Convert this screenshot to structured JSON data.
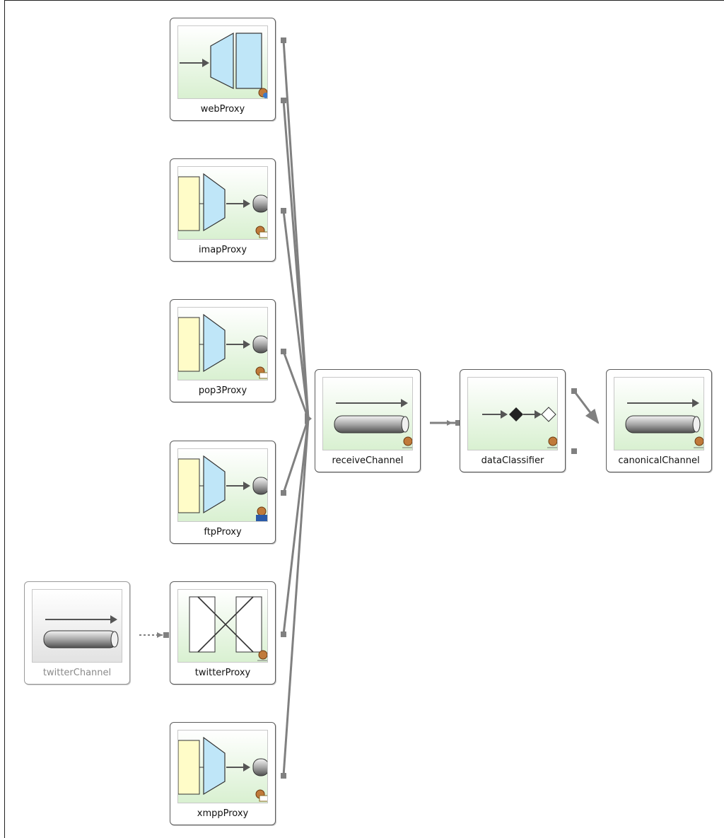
{
  "nodes": {
    "webProxy": {
      "label": "webProxy",
      "icon": "http-gateway-icon",
      "badge": "web-badge-icon"
    },
    "imapProxy": {
      "label": "imapProxy",
      "icon": "mail-adapter-icon",
      "badge": "mail-badge-icon"
    },
    "pop3Proxy": {
      "label": "pop3Proxy",
      "icon": "mail-adapter-icon",
      "badge": "mail-badge-icon"
    },
    "ftpProxy": {
      "label": "ftpProxy",
      "icon": "file-adapter-icon",
      "badge": "ftp-badge-icon"
    },
    "twitterProxy": {
      "label": "twitterProxy",
      "icon": "bridge-icon",
      "badge": "bean-badge-icon"
    },
    "xmppProxy": {
      "label": "xmppProxy",
      "icon": "mail-adapter-icon",
      "badge": "mail-badge-icon"
    },
    "twitterChannel": {
      "label": "twitterChannel",
      "icon": "channel-icon",
      "state": "disabled"
    },
    "receiveChannel": {
      "label": "receiveChannel",
      "icon": "channel-icon",
      "badge": "bean-badge-icon"
    },
    "dataClassifier": {
      "label": "dataClassifier",
      "icon": "router-icon",
      "badge": "bean-badge-icon"
    },
    "canonicalChannel": {
      "label": "canonicalChannel",
      "icon": "channel-icon",
      "badge": "bean-badge-icon"
    }
  },
  "colors": {
    "panel_green_top": "#ffffff",
    "panel_green_bottom": "#d8f0d0",
    "panel_gray_bottom": "#e2e2e2",
    "endpoint_blue": "#bfe6f8",
    "adapter_yellow": "#fffcc8",
    "wire": "#808080"
  }
}
